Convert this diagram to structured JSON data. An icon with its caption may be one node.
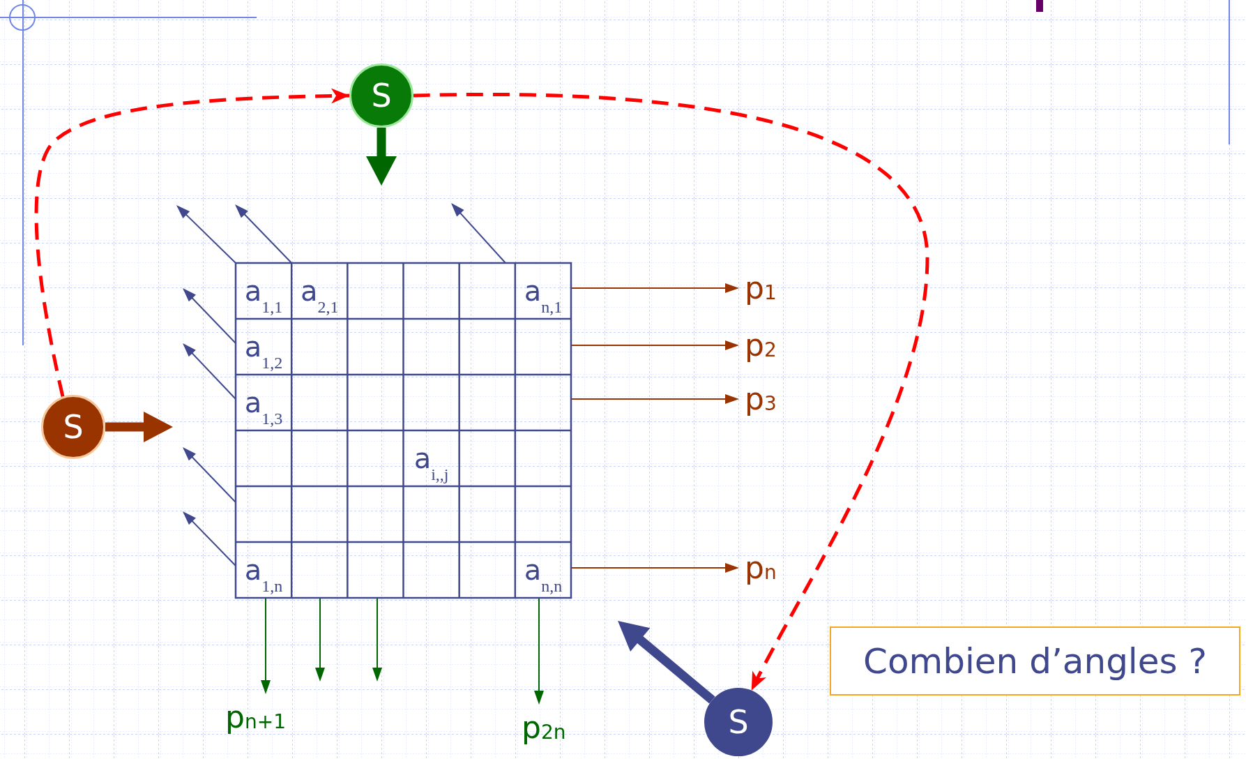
{
  "diagram": {
    "nodes": [
      {
        "text": [
          "S"
        ]
      },
      {
        "text": [],
        "shape": "box"
      },
      {
        "text": [
          "a$_{1,1}$"
        ],
        "in": 1
      },
      {
        "text": [
          "a$_{2,1}$"
        ],
        "in": 1
      },
      {
        "text": [
          "a$_{n,1}$"
        ],
        "in": 1
      },
      {
        "text": [
          "p$_{1}$"
        ]
      },
      {
        "text": [
          "a$_{1,2}$"
        ],
        "in": 1
      },
      {
        "text": [
          "p$_{2}$"
        ]
      },
      {
        "text": [
          "a$_{1,3}$"
        ],
        "in": 1
      },
      {
        "text": [
          "p$_{3}$"
        ]
      },
      {
        "text": [
          "S"
        ]
      },
      {
        "text": [
          "a$_{i,,j}$"
        ],
        "in": 1
      },
      {
        "text": [
          "a$_{1,n}$"
        ],
        "in": 1
      },
      {
        "text": [
          "a$_{n,n}$"
        ],
        "in": 1
      },
      {
        "text": [
          "p$_{n}$"
        ]
      },
      {
        "text": [
          "Combien d’angles ?"
        ]
      },
      {
        "text": [
          "S"
        ]
      },
      {
        "text": [
          "p$_{n+1}$"
        ]
      },
      {
        "text": [
          "p$_{2n}$"
        ]
      }
    ],
    "edges": [
      {
        "from": 10,
        "to": 0,
        "arrow": "to",
        "style": "dashed",
        "color": "#ff0000"
      },
      {
        "from": 0,
        "to": 16,
        "arrow": "to",
        "style": "dashed",
        "color": "#ff0000"
      },
      {
        "from": 0,
        "to": null,
        "arrow": "to",
        "style": "thick",
        "color": "#006600"
      },
      {
        "from": 10,
        "to": null,
        "arrow": "to",
        "style": "thick",
        "color": "#993300"
      },
      {
        "from": 16,
        "to": null,
        "arrow": "to",
        "style": "thick"
      },
      {
        "from": 2,
        "to": null,
        "arrow": "to"
      },
      {
        "from": 3,
        "to": null,
        "arrow": "to"
      },
      {
        "from": 1,
        "to": null,
        "arrow": "to"
      },
      {
        "from": 6,
        "to": null,
        "arrow": "to"
      },
      {
        "from": 8,
        "to": null,
        "arrow": "to"
      },
      {
        "from": 1,
        "to": null,
        "arrow": "to"
      },
      {
        "from": 12,
        "to": null,
        "arrow": "to"
      },
      {
        "from": 4,
        "to": 5,
        "arrow": "to",
        "color": "#993300"
      },
      {
        "from": 1,
        "to": 7,
        "arrow": "to",
        "color": "#993300"
      },
      {
        "from": 1,
        "to": 9,
        "arrow": "to",
        "color": "#993300"
      },
      {
        "from": 13,
        "to": 14,
        "arrow": "to",
        "color": "#993300"
      },
      {
        "from": 1,
        "to": 17,
        "arrow": "to",
        "color": "#006600"
      },
      {
        "from": 1,
        "to": null,
        "arrow": "to",
        "color": "#006600"
      },
      {
        "from": 1,
        "to": null,
        "arrow": "to",
        "color": "#006600"
      },
      {
        "from": 1,
        "to": 18,
        "arrow": "to",
        "color": "#006600"
      }
    ]
  }
}
